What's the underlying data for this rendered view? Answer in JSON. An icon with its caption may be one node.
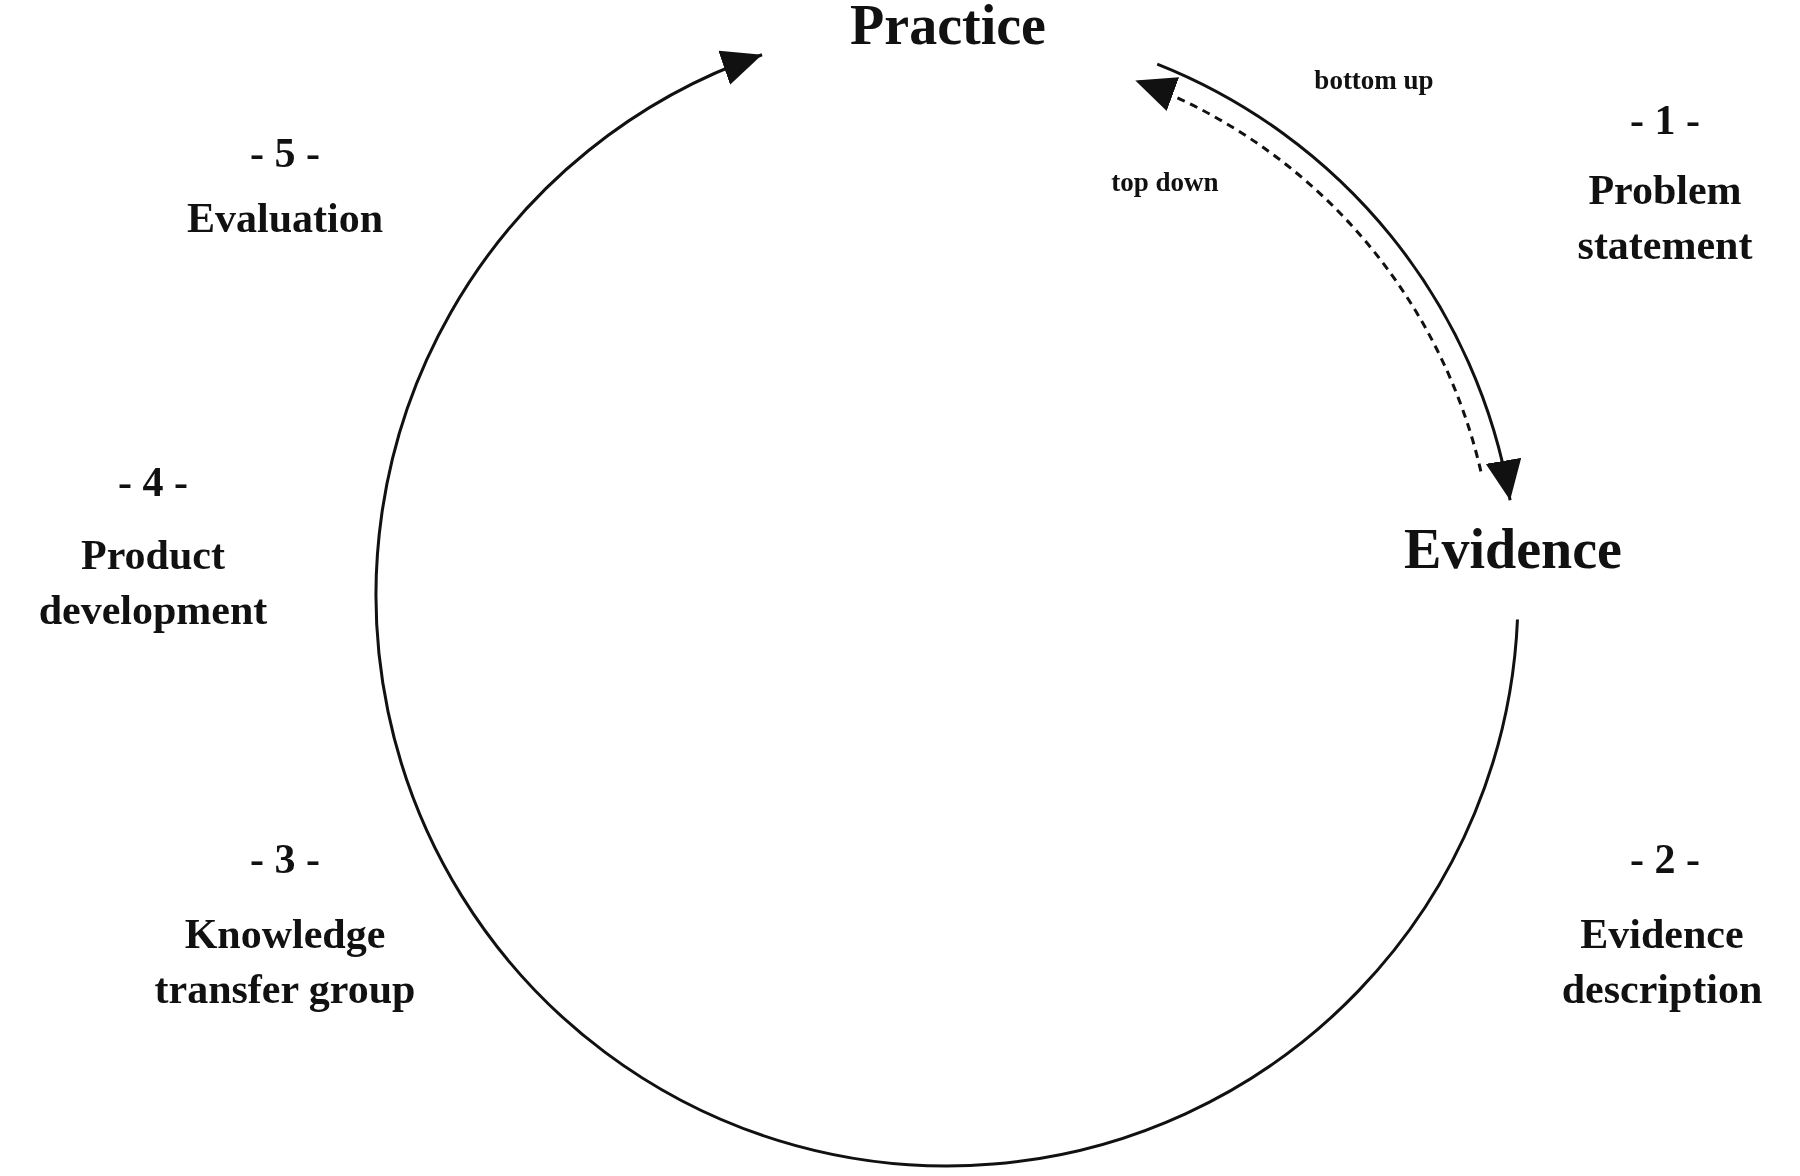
{
  "diagram": {
    "nodes": [
      {
        "text": [
          "Practice"
        ]
      },
      {
        "text": [
          "Evidence"
        ]
      }
    ],
    "edges": [
      {
        "from": 0,
        "to": 1,
        "arrow": "to",
        "label": "bottom up"
      },
      {
        "from": 1,
        "to": 0,
        "arrow": "to",
        "label": "top down",
        "style": "dashed"
      },
      {
        "from": 1,
        "to": 0,
        "arrow": "to"
      }
    ],
    "labels": [
      "- 1 -",
      "Problem statement",
      "- 5 -",
      "Evaluation",
      "- 4 -",
      "Product development",
      "- 3 -",
      "Knowledge transfer group",
      "- 2 -",
      "Evidence description"
    ]
  }
}
